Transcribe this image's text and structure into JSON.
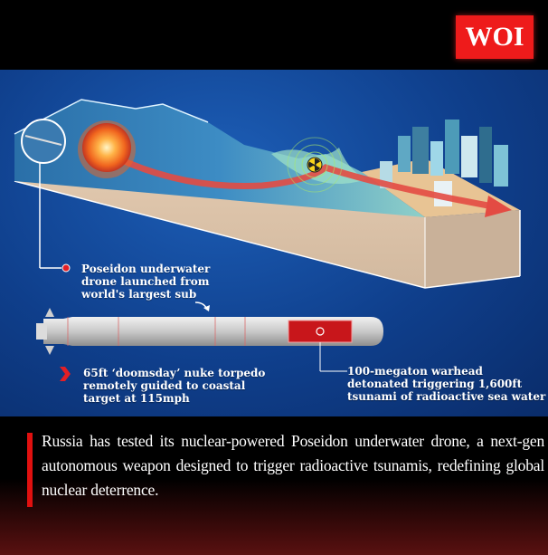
{
  "brand": {
    "logo_text": "WOI",
    "logo_color": "#ee1b1b"
  },
  "infographic": {
    "background_color": "#0f3f8c",
    "icons": [
      "submarine-inset-icon",
      "explosion-icon",
      "radiation-icon",
      "city-icon",
      "direction-arrow-icon",
      "torpedo-icon"
    ],
    "labels": {
      "launch": {
        "lines": [
          "Poseidon underwater",
          "drone launched from",
          "world's largest sub"
        ]
      },
      "torpedo": {
        "lines": [
          "65ft ‘doomsday’ nuke torpedo",
          "remotely guided to coastal",
          "target at 115mph"
        ]
      },
      "warhead": {
        "lines": [
          "100-megaton warhead",
          "detonated triggering 1,600ft",
          "tsunami of radioactive sea water"
        ]
      }
    },
    "accent_color": "#e21f26"
  },
  "caption": {
    "text": "Russia has tested its nuclear-powered Poseidon underwater drone, a next-gen autonomous weapon designed to trigger radioactive tsunamis, redefining global nuclear deterrence."
  }
}
